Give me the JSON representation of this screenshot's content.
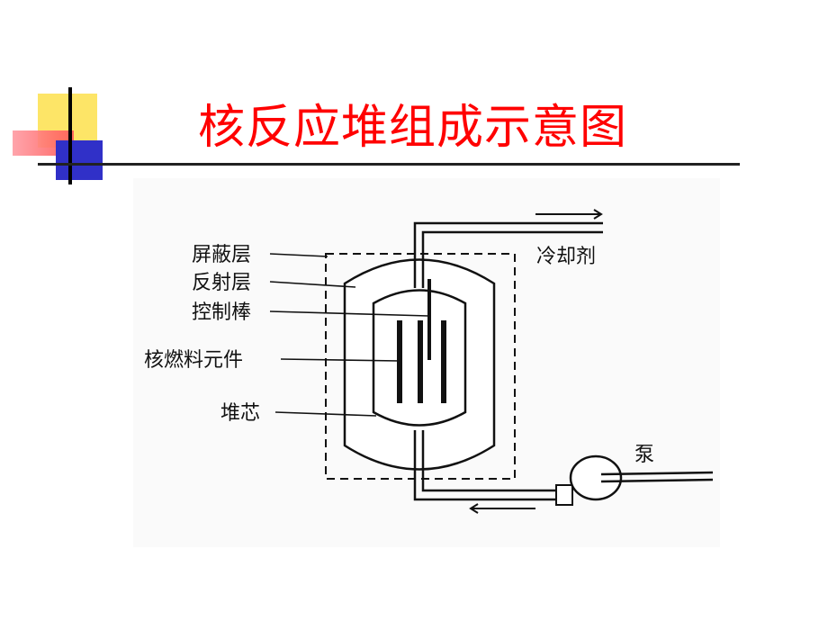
{
  "slide": {
    "title": "核反应堆组成示意图"
  },
  "diagram": {
    "labels": {
      "shield": "屏蔽层",
      "reflector": "反射层",
      "control_rod": "控制棒",
      "fuel_element": "核燃料元件",
      "core": "堆芯",
      "coolant": "冷却剂",
      "pump": "泵"
    }
  }
}
